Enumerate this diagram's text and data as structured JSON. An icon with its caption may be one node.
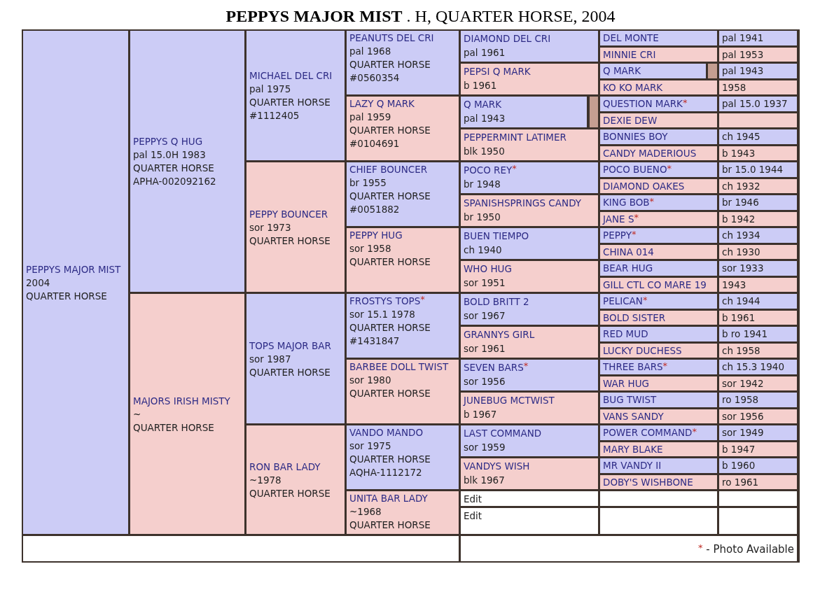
{
  "diagram": {
    "title": "**PEPPYS MAJOR MIST** . H, QUARTER HORSE, 2004",
    "nodes": [
      {
        "text": [
          "PEPPYS MAJOR MIST",
          "2004",
          "QUARTER HORSE"
        ]
      },
      {
        "text": [
          "PEPPYS Q HUG",
          "pal 15.0H 1983",
          "QUARTER HORSE",
          "APHA-002092162"
        ]
      },
      {
        "text": [
          "MAJORS IRISH MISTY",
          "~",
          "QUARTER HORSE"
        ]
      },
      {
        "text": [
          "MICHAEL DEL CRI",
          "pal 1975",
          "QUARTER HORSE",
          "#1112405"
        ]
      },
      {
        "text": [
          "PEPPY BOUNCER",
          "sor 1973",
          "QUARTER HORSE"
        ]
      },
      {
        "text": [
          "TOPS MAJOR BAR",
          "sor 1987",
          "QUARTER HORSE"
        ]
      },
      {
        "text": [
          "RON BAR LADY",
          "~1978",
          "QUARTER HORSE"
        ]
      },
      {
        "text": [
          "PEANUTS DEL CRI",
          "pal 1968",
          "QUARTER HORSE",
          "#0560354"
        ]
      },
      {
        "text": [
          "LAZY Q MARK",
          "pal 1959",
          "QUARTER HORSE",
          "#0104691"
        ]
      },
      {
        "text": [
          "CHIEF BOUNCER",
          "br 1955",
          "QUARTER HORSE",
          "#0051882"
        ]
      },
      {
        "text": [
          "PEPPY HUG",
          "sor 1958",
          "QUARTER HORSE"
        ]
      },
      {
        "text": [
          "FROSTYS TOPS$^{*}$",
          "sor 15.1 1978",
          "QUARTER HORSE",
          "#1431847"
        ]
      },
      {
        "text": [
          "BARBEE DOLL TWIST",
          "sor 1980",
          "QUARTER HORSE"
        ]
      },
      {
        "text": [
          "VANDO MANDO",
          "sor 1975",
          "QUARTER HORSE",
          "AQHA-1112172"
        ]
      },
      {
        "text": [
          "UNITA BAR LADY",
          "~1968",
          "QUARTER HORSE"
        ]
      },
      {
        "text": [
          "DIAMOND DEL CRI",
          "pal 1961"
        ]
      },
      {
        "text": [
          "PEPSI Q MARK",
          "b 1961"
        ]
      },
      {
        "text": [
          "Q MARK",
          "pal 1943"
        ]
      },
      {
        "text": [
          "PEPPERMINT LATIMER",
          "blk 1950"
        ]
      },
      {
        "text": [
          "POCO REY$^{*}$",
          "br 1948"
        ]
      },
      {
        "text": [
          "SPANISHSPRINGS CANDY",
          "br 1950"
        ]
      },
      {
        "text": [
          "BUEN TIEMPO",
          "ch 1940"
        ]
      },
      {
        "text": [
          "WHO HUG",
          "sor 1951"
        ]
      },
      {
        "text": [
          "BOLD BRITT 2",
          "sor 1967"
        ]
      },
      {
        "text": [
          "GRANNYS GIRL",
          "sor 1961"
        ]
      },
      {
        "text": [
          "SEVEN BARS$^{*}$",
          "sor 1956"
        ]
      },
      {
        "text": [
          "JUNEBUG MCTWIST",
          "b 1967"
        ]
      },
      {
        "text": [
          "LAST COMMAND",
          "sor 1959"
        ]
      },
      {
        "text": [
          "VANDYS WISH",
          "blk 1967"
        ]
      },
      {
        "text": [
          "Edit"
        ]
      },
      {
        "text": [
          "Edit"
        ]
      },
      {
        "text": [
          "DEL MONTE"
        ]
      },
      {
        "text": [
          "pal 1941"
        ]
      },
      {
        "text": [
          "MINNIE CRI"
        ]
      },
      {
        "text": [
          "pal 1953"
        ]
      },
      {
        "text": [
          "Q MARK"
        ]
      },
      {
        "text": [
          "pal 1943"
        ]
      },
      {
        "text": [
          "KO KO MARK"
        ]
      },
      {
        "text": [
          "1958"
        ]
      },
      {
        "text": [
          "QUESTION MARK$^{*}$"
        ]
      },
      {
        "text": [
          "pal 15.0 1937"
        ]
      },
      {
        "text": [
          "DEXIE DEW"
        ]
      },
      {
        "text": [],
        "shape": "box"
      },
      {
        "text": [
          "BONNIES BOY"
        ]
      },
      {
        "text": [
          "ch 1945"
        ]
      },
      {
        "text": [
          "CANDY MADERIOUS"
        ]
      },
      {
        "text": [
          "b 1943"
        ]
      },
      {
        "text": [
          "POCO BUENO$^{*}$"
        ]
      },
      {
        "text": [
          "br 15.0 1944"
        ]
      },
      {
        "text": [
          "DIAMOND OAKES"
        ]
      },
      {
        "text": [
          "ch 1932"
        ]
      },
      {
        "text": [
          "KING BOB$^{*}$"
        ]
      },
      {
        "text": [
          "br 1946"
        ]
      },
      {
        "text": [
          "JANE S$^{*}$"
        ]
      },
      {
        "text": [
          "b 1942"
        ]
      },
      {
        "text": [
          "PEPPY$^{*}$"
        ]
      },
      {
        "text": [
          "ch 1934"
        ]
      },
      {
        "text": [
          "CHINA 014"
        ]
      },
      {
        "text": [
          "ch 1930"
        ]
      },
      {
        "text": [
          "BEAR HUG"
        ]
      },
      {
        "text": [
          "sor 1933"
        ]
      },
      {
        "text": [
          "GILL CTL CO MARE 19"
        ]
      },
      {
        "text": [
          "1943"
        ]
      },
      {
        "text": [
          "PELICAN$^{*}$"
        ]
      },
      {
        "text": [
          "ch 1944"
        ]
      },
      {
        "text": [
          "BOLD SISTER"
        ]
      },
      {
        "text": [
          "b 1961"
        ]
      },
      {
        "text": [
          "RED MUD"
        ]
      },
      {
        "text": [
          "b ro 1941"
        ]
      },
      {
        "text": [
          "LUCKY DUCHESS"
        ]
      },
      {
        "text": [
          "ch 1958"
        ]
      },
      {
        "text": [
          "THREE BARS$^{*}$"
        ]
      },
      {
        "text": [
          "ch 15.3 1940"
        ]
      },
      {
        "text": [
          "WAR HUG"
        ]
      },
      {
        "text": [
          "sor 1942"
        ]
      },
      {
        "text": [
          "BUG TWIST"
        ]
      },
      {
        "text": [
          "ro 1958"
        ]
      },
      {
        "text": [
          "VANS SANDY"
        ]
      },
      {
        "text": [
          "sor 1956"
        ]
      },
      {
        "text": [
          "POWER COMMAND$^{*}$"
        ]
      },
      {
        "text": [
          "sor 1949"
        ]
      },
      {
        "text": [
          "MARY BLAKE"
        ]
      },
      {
        "text": [
          "b 1947"
        ]
      },
      {
        "text": [
          "MR VANDY II"
        ]
      },
      {
        "text": [
          "b 1960"
        ]
      },
      {
        "text": [
          "DOBY'S WISHBONE"
        ]
      },
      {
        "text": [
          "ro 1961"
        ]
      },
      {
        "text": [],
        "shape": "box"
      },
      {
        "text": [],
        "shape": "box"
      },
      {
        "text": [],
        "shape": "box"
      },
      {
        "text": [],
        "shape": "box"
      },
      {
        "text": [],
        "shape": "box"
      },
      {
        "text": [
          "$^{*}$ - Photo Available"
        ]
      }
    ]
  }
}
